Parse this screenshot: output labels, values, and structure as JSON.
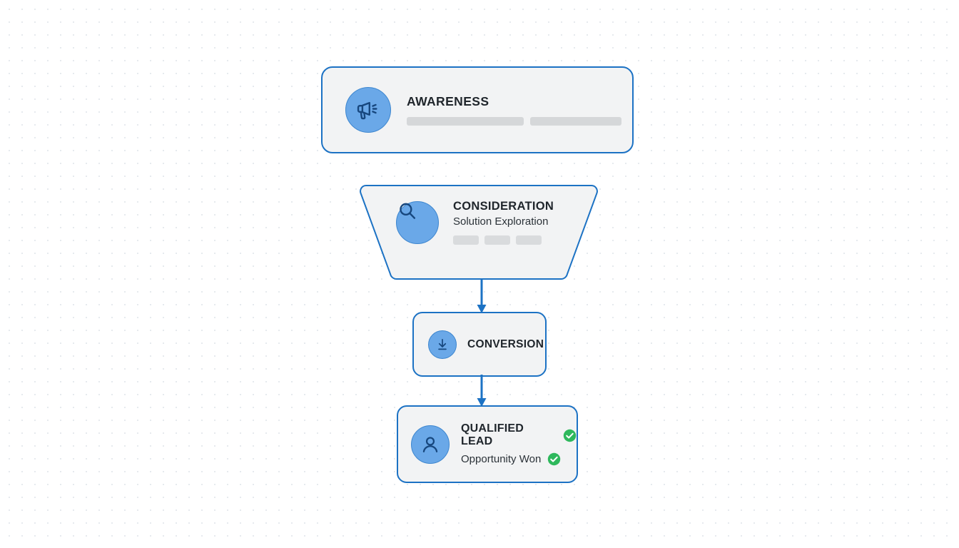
{
  "canvas": {
    "background_color": "#ffffff",
    "dot_color": "#e6eaee",
    "accent_blue": "#1c72c4",
    "icon_badge_fill": "#6aa8e8",
    "success_green": "#2eb85c",
    "node_fill": "#f2f3f4",
    "placeholder_gray": "#d5d7d9"
  },
  "diagram": {
    "type": "marketing-funnel-flow",
    "nodes": [
      {
        "id": "awareness",
        "shape": "rounded-rectangle",
        "title": "AWARENESS",
        "subtitle": "",
        "icon": "megaphone-icon",
        "placeholders": [
          "bar",
          "bar"
        ],
        "badges": []
      },
      {
        "id": "consideration",
        "shape": "trapezoid-funnel",
        "title": "CONSIDERATION",
        "subtitle": "Solution Exploration",
        "icon": "magnifier-icon",
        "placeholders": [
          "chip",
          "chip",
          "chip"
        ],
        "badges": []
      },
      {
        "id": "conversion",
        "shape": "rounded-rectangle",
        "title": "CONVERSION",
        "subtitle": "",
        "icon": "download-arrow-icon",
        "placeholders": [],
        "badges": []
      },
      {
        "id": "qualified-lead",
        "shape": "rounded-rectangle",
        "title": "QUALIFIED LEAD",
        "subtitle": "Opportunity Won",
        "icon": "user-avatar-icon",
        "placeholders": [],
        "badges": [
          "check-circle-icon",
          "check-circle-icon"
        ]
      }
    ],
    "connectors": [
      {
        "id": "conn1",
        "from": "consideration",
        "to": "conversion",
        "style": "arrow-down"
      },
      {
        "id": "conn2",
        "from": "conversion",
        "to": "qualified-lead",
        "style": "arrow-down"
      }
    ]
  }
}
